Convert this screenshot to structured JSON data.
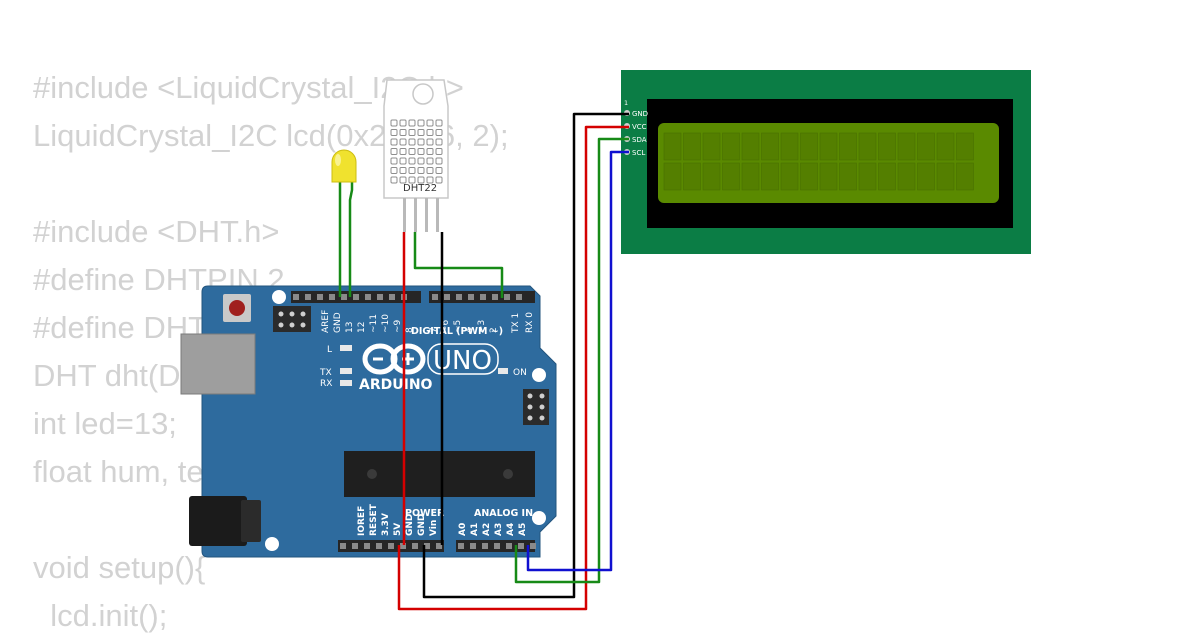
{
  "code_lines": [
    "#include <LiquidCrystal_I2C.h>",
    "LiquidCrystal_I2C lcd(0x27, 16, 2);",
    "",
    "#include <DHT.h>",
    "#define DHTPIN 2",
    "#define DHTTYPE DHT22",
    "DHT dht(DHTPIN, DHTTYPE);",
    "int led=13;",
    "float hum, temp;",
    "",
    "void setup(){",
    "  lcd.init();"
  ],
  "sensor": {
    "label": "DHT22"
  },
  "board": {
    "brand": "ARDUINO",
    "model": "UNO",
    "digital_header": "DIGITAL (PWM ~)",
    "analog_header": "ANALOG IN",
    "power_header": "POWER",
    "led_l": "L",
    "led_tx": "TX",
    "led_rx": "RX",
    "led_on": "ON",
    "digital_pins": [
      "AREF",
      "GND",
      "13",
      "12",
      "~11",
      "~10",
      "~9",
      "8",
      "7",
      "~6",
      "~5",
      "4",
      "~3",
      "2",
      "TX 1",
      "RX 0"
    ],
    "power_pins": [
      "IOREF",
      "RESET",
      "3.3V",
      "5V",
      "GND",
      "GND",
      "Vin"
    ],
    "analog_pins": [
      "A0",
      "A1",
      "A2",
      "A3",
      "A4",
      "A5"
    ]
  },
  "lcd": {
    "pin_one": "1",
    "pins": [
      "GND",
      "VCC",
      "SDA",
      "SCL"
    ]
  },
  "wire_colors": {
    "ground": "#000000",
    "power": "#d40000",
    "data": "#178a17",
    "clock": "#1010d0"
  }
}
